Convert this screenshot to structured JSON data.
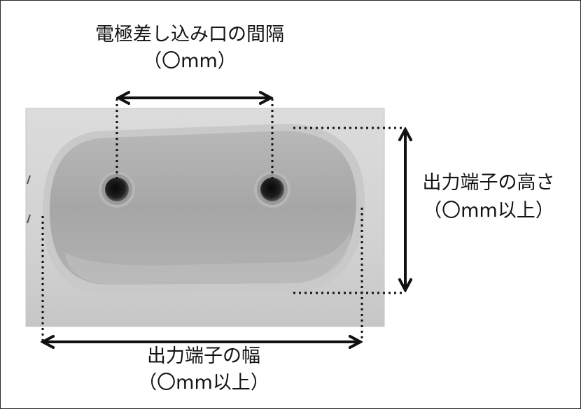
{
  "labels": {
    "electrode_spacing": "電極差し込み口の間隔",
    "electrode_spacing_value": "（〇mm）",
    "terminal_height": "出力端子の高さ",
    "terminal_height_value": "（〇mm以上）",
    "terminal_width": "出力端子の幅",
    "terminal_width_value": "（〇mm以上）"
  },
  "colors": {
    "line": "#111111",
    "device_body": "#d2d2d2",
    "recess": "#a9a9a9",
    "socket_hole": "#1a1a1a"
  }
}
